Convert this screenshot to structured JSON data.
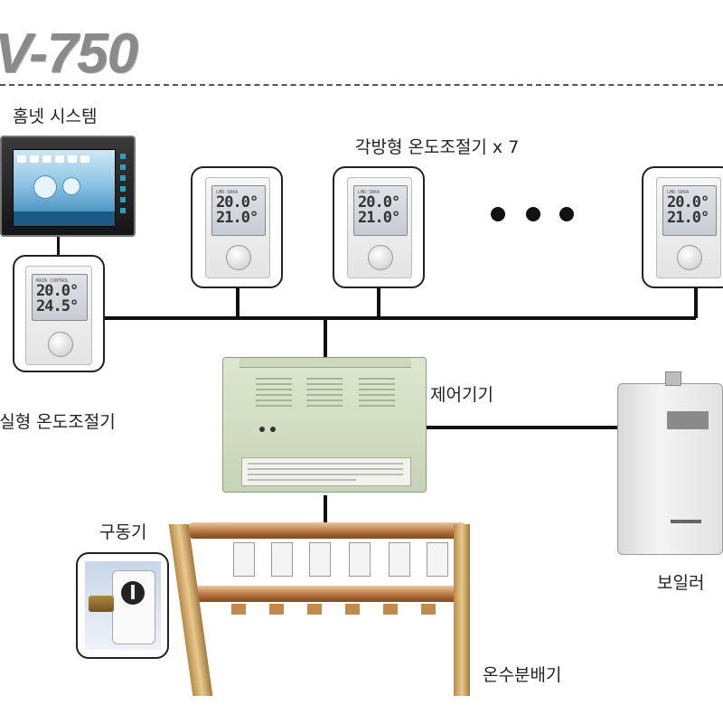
{
  "header": {
    "title": "V-750"
  },
  "labels": {
    "homenet": "홈넷 시스템",
    "room_thermostats": "각방형 온도조절기 x 7",
    "main_thermostat": "l실형 온도조절기",
    "controller": "제어기기",
    "actuator": "구동기",
    "boiler": "보일러",
    "manifold": "온수분배기"
  },
  "thermostat": {
    "line1": "20.0°",
    "line2": "21.0°",
    "main_line1": "20.0°",
    "main_line2": "24.5°"
  }
}
